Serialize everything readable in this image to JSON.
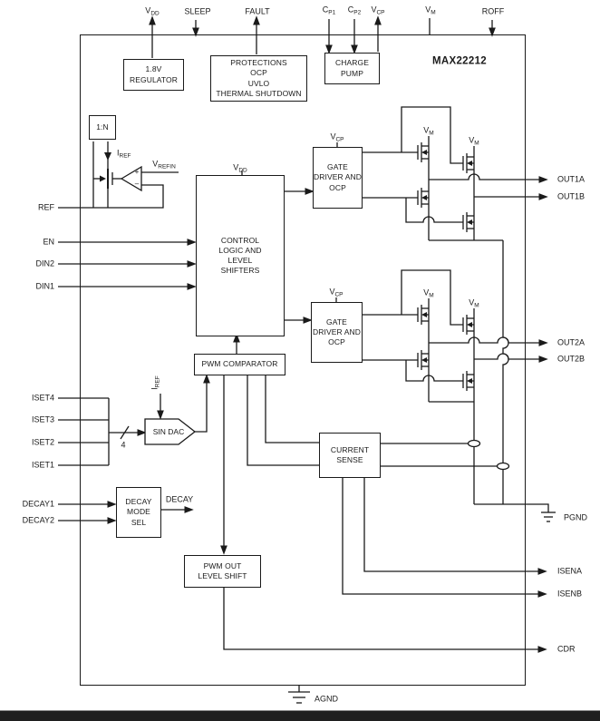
{
  "chip": {
    "part": "MAX22212"
  },
  "pins": {
    "vdd": {
      "main": "V",
      "sub": "DD"
    },
    "sleep": {
      "label": "SLEEP"
    },
    "fault": {
      "label": "FAULT"
    },
    "cp1": {
      "main": "C",
      "sub": "P1"
    },
    "cp2": {
      "main": "C",
      "sub": "P2"
    },
    "vcp": {
      "main": "V",
      "sub": "CP"
    },
    "vm": {
      "main": "V",
      "sub": "M"
    },
    "roff": {
      "label": "ROFF"
    },
    "ref": {
      "label": "REF"
    },
    "en": {
      "label": "EN"
    },
    "din2": {
      "label": "DIN2"
    },
    "din1": {
      "label": "DIN1"
    },
    "iset4": {
      "label": "ISET4"
    },
    "iset3": {
      "label": "ISET3"
    },
    "iset2": {
      "label": "ISET2"
    },
    "iset1": {
      "label": "ISET1"
    },
    "decay1": {
      "label": "DECAY1"
    },
    "decay2": {
      "label": "DECAY2"
    },
    "out1a": {
      "label": "OUT1A"
    },
    "out1b": {
      "label": "OUT1B"
    },
    "out2a": {
      "label": "OUT2A"
    },
    "out2b": {
      "label": "OUT2B"
    },
    "pgnd": {
      "label": "PGND"
    },
    "isena": {
      "label": "ISENA"
    },
    "isenb": {
      "label": "ISENB"
    },
    "cdr": {
      "label": "CDR"
    },
    "agnd": {
      "label": "AGND"
    }
  },
  "blocks": {
    "regulator": {
      "l1": "1.8V",
      "l2": "REGULATOR"
    },
    "protections": {
      "l1": "PROTECTIONS",
      "l2": "OCP",
      "l3": "UVLO",
      "l4": "THERMAL SHUTDOWN"
    },
    "charge_pump": {
      "l1": "CHARGE",
      "l2": "PUMP"
    },
    "ratio": {
      "l1": "1:N"
    },
    "control": {
      "l1": "CONTROL",
      "l2": "LOGIC AND",
      "l3": "LEVEL",
      "l4": "SHIFTERS"
    },
    "gate_driver": {
      "l1": "GATE",
      "l2": "DRIVER AND",
      "l3": "OCP"
    },
    "pwm_comparator": {
      "l1": "PWM COMPARATOR"
    },
    "sin_dac": {
      "l1": "SIN DAC"
    },
    "decay_mode": {
      "l1": "DECAY",
      "l2": "MODE",
      "l3": "SEL"
    },
    "pwm_out": {
      "l1": "PWM OUT",
      "l2": "LEVEL SHIFT"
    },
    "current_sense": {
      "l1": "CURRENT",
      "l2": "SENSE"
    }
  },
  "signals": {
    "vdd_rail": {
      "main": "V",
      "sub": "DD"
    },
    "vcp_rail": {
      "main": "V",
      "sub": "CP"
    },
    "vm_rail": {
      "main": "V",
      "sub": "M"
    },
    "iref": {
      "main": "I",
      "sub": "REF"
    },
    "vrefin": {
      "main": "V",
      "sub": "REFIN"
    },
    "decay": "DECAY",
    "bus_width": "4",
    "plus": "+",
    "minus": "–"
  },
  "colors": {
    "line": "#1a1a1a",
    "background": "#ffffff",
    "footer_bar": "#1f1f1f"
  }
}
